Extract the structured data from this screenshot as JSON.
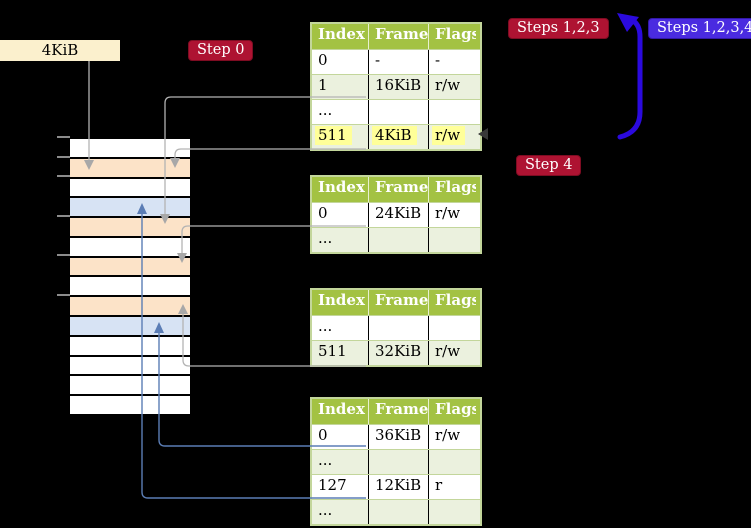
{
  "labels": {
    "page_size_label": "4KiB",
    "step0": "Step 0",
    "step4": "Step 4",
    "steps_123": "Steps 1,2,3",
    "steps_1234": "Steps 1,2,3,4"
  },
  "colors": {
    "background": "#000000",
    "table_header": "#A3C243",
    "table_border": "#C3D69B",
    "row_alt": "#EBF1DE",
    "highlight": "#FFFF99",
    "crimson_badge": "#AE1332",
    "violet_badge": "#4A2BE0",
    "arrow_blue": "#2B0ADE",
    "connector_gray": "#B3B3B3",
    "connector_blue": "#5B7DB5",
    "mem_peach": "#FCE3C8",
    "mem_blue": "#D7E3F4",
    "label_cream": "#FBF0CD"
  },
  "page_tables": [
    {
      "name": "page-table-step0",
      "headers": [
        "Index",
        "Frame",
        "Flags"
      ],
      "rows": [
        {
          "cells": [
            "0",
            "-",
            "-"
          ],
          "highlight": false
        },
        {
          "cells": [
            "1",
            "16KiB",
            "r/w"
          ],
          "highlight": false
        },
        {
          "cells": [
            "...",
            "",
            ""
          ],
          "highlight": false
        },
        {
          "cells": [
            "511",
            "4KiB",
            "r/w"
          ],
          "highlight": true
        }
      ]
    },
    {
      "name": "page-table-a",
      "headers": [
        "Index",
        "Frame",
        "Flags"
      ],
      "rows": [
        {
          "cells": [
            "0",
            "24KiB",
            "r/w"
          ],
          "highlight": false
        },
        {
          "cells": [
            "...",
            "",
            ""
          ],
          "highlight": false
        }
      ]
    },
    {
      "name": "page-table-b",
      "headers": [
        "Index",
        "Frame",
        "Flags"
      ],
      "rows": [
        {
          "cells": [
            "...",
            "",
            ""
          ],
          "highlight": false
        },
        {
          "cells": [
            "511",
            "32KiB",
            "r/w"
          ],
          "highlight": false
        }
      ]
    },
    {
      "name": "page-table-c",
      "headers": [
        "Index",
        "Frame",
        "Flags"
      ],
      "rows": [
        {
          "cells": [
            "0",
            "36KiB",
            "r/w"
          ],
          "highlight": false
        },
        {
          "cells": [
            "...",
            "",
            ""
          ],
          "highlight": false
        },
        {
          "cells": [
            "127",
            "12KiB",
            "r"
          ],
          "highlight": false
        },
        {
          "cells": [
            "...",
            "",
            ""
          ],
          "highlight": false
        }
      ]
    }
  ],
  "memory_column": {
    "rows": [
      "white",
      "peach",
      "white",
      "blue",
      "peach",
      "white",
      "peach",
      "white",
      "peach",
      "blue",
      "white",
      "white",
      "white",
      "white"
    ]
  }
}
